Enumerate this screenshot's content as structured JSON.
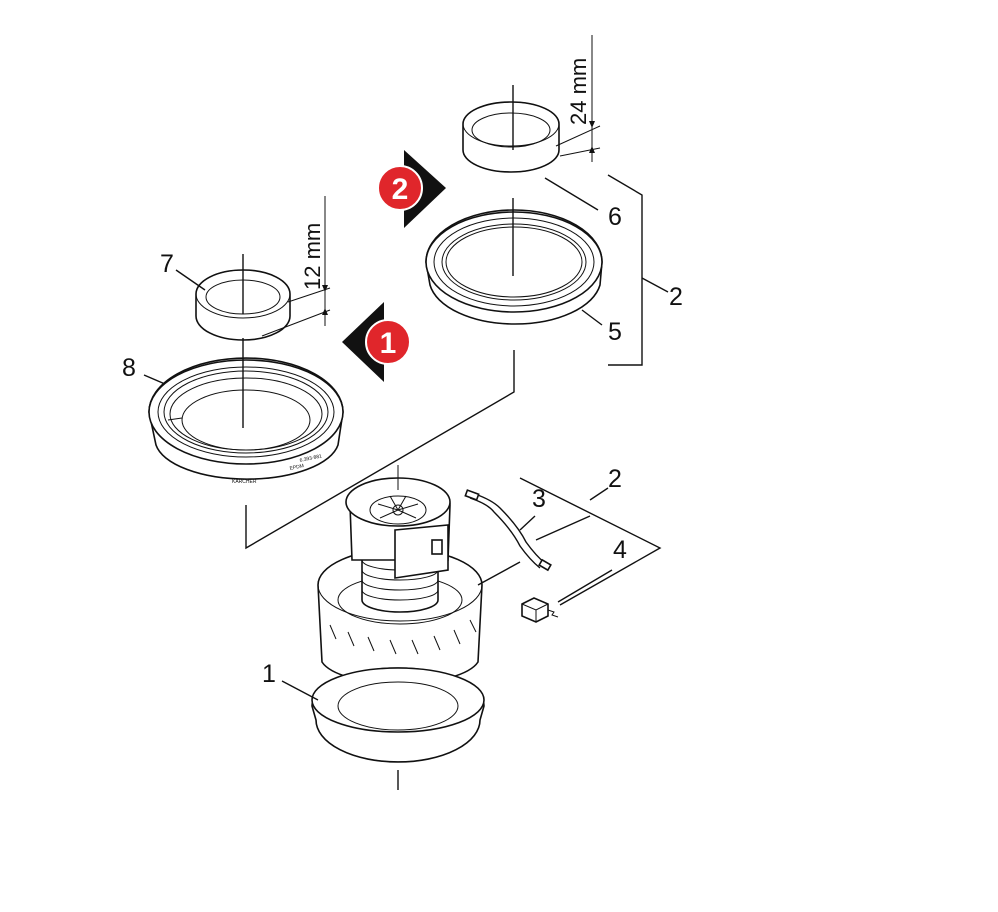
{
  "callouts": {
    "p1": "1",
    "p2_upper": "2",
    "p2_lower": "2",
    "p3": "3",
    "p4": "4",
    "p5": "5",
    "p6": "6",
    "p7": "7",
    "p8": "8"
  },
  "dimensions": {
    "ring7_height": "12 mm",
    "ring6_height": "24 mm"
  },
  "step_badges": {
    "step1": "1",
    "step2": "2",
    "color_red": "#e0262b",
    "color_black": "#111111"
  },
  "seal_markings": {
    "part_number": "6.393-881",
    "material": "EPDM",
    "brand": "KÄRCHER"
  }
}
